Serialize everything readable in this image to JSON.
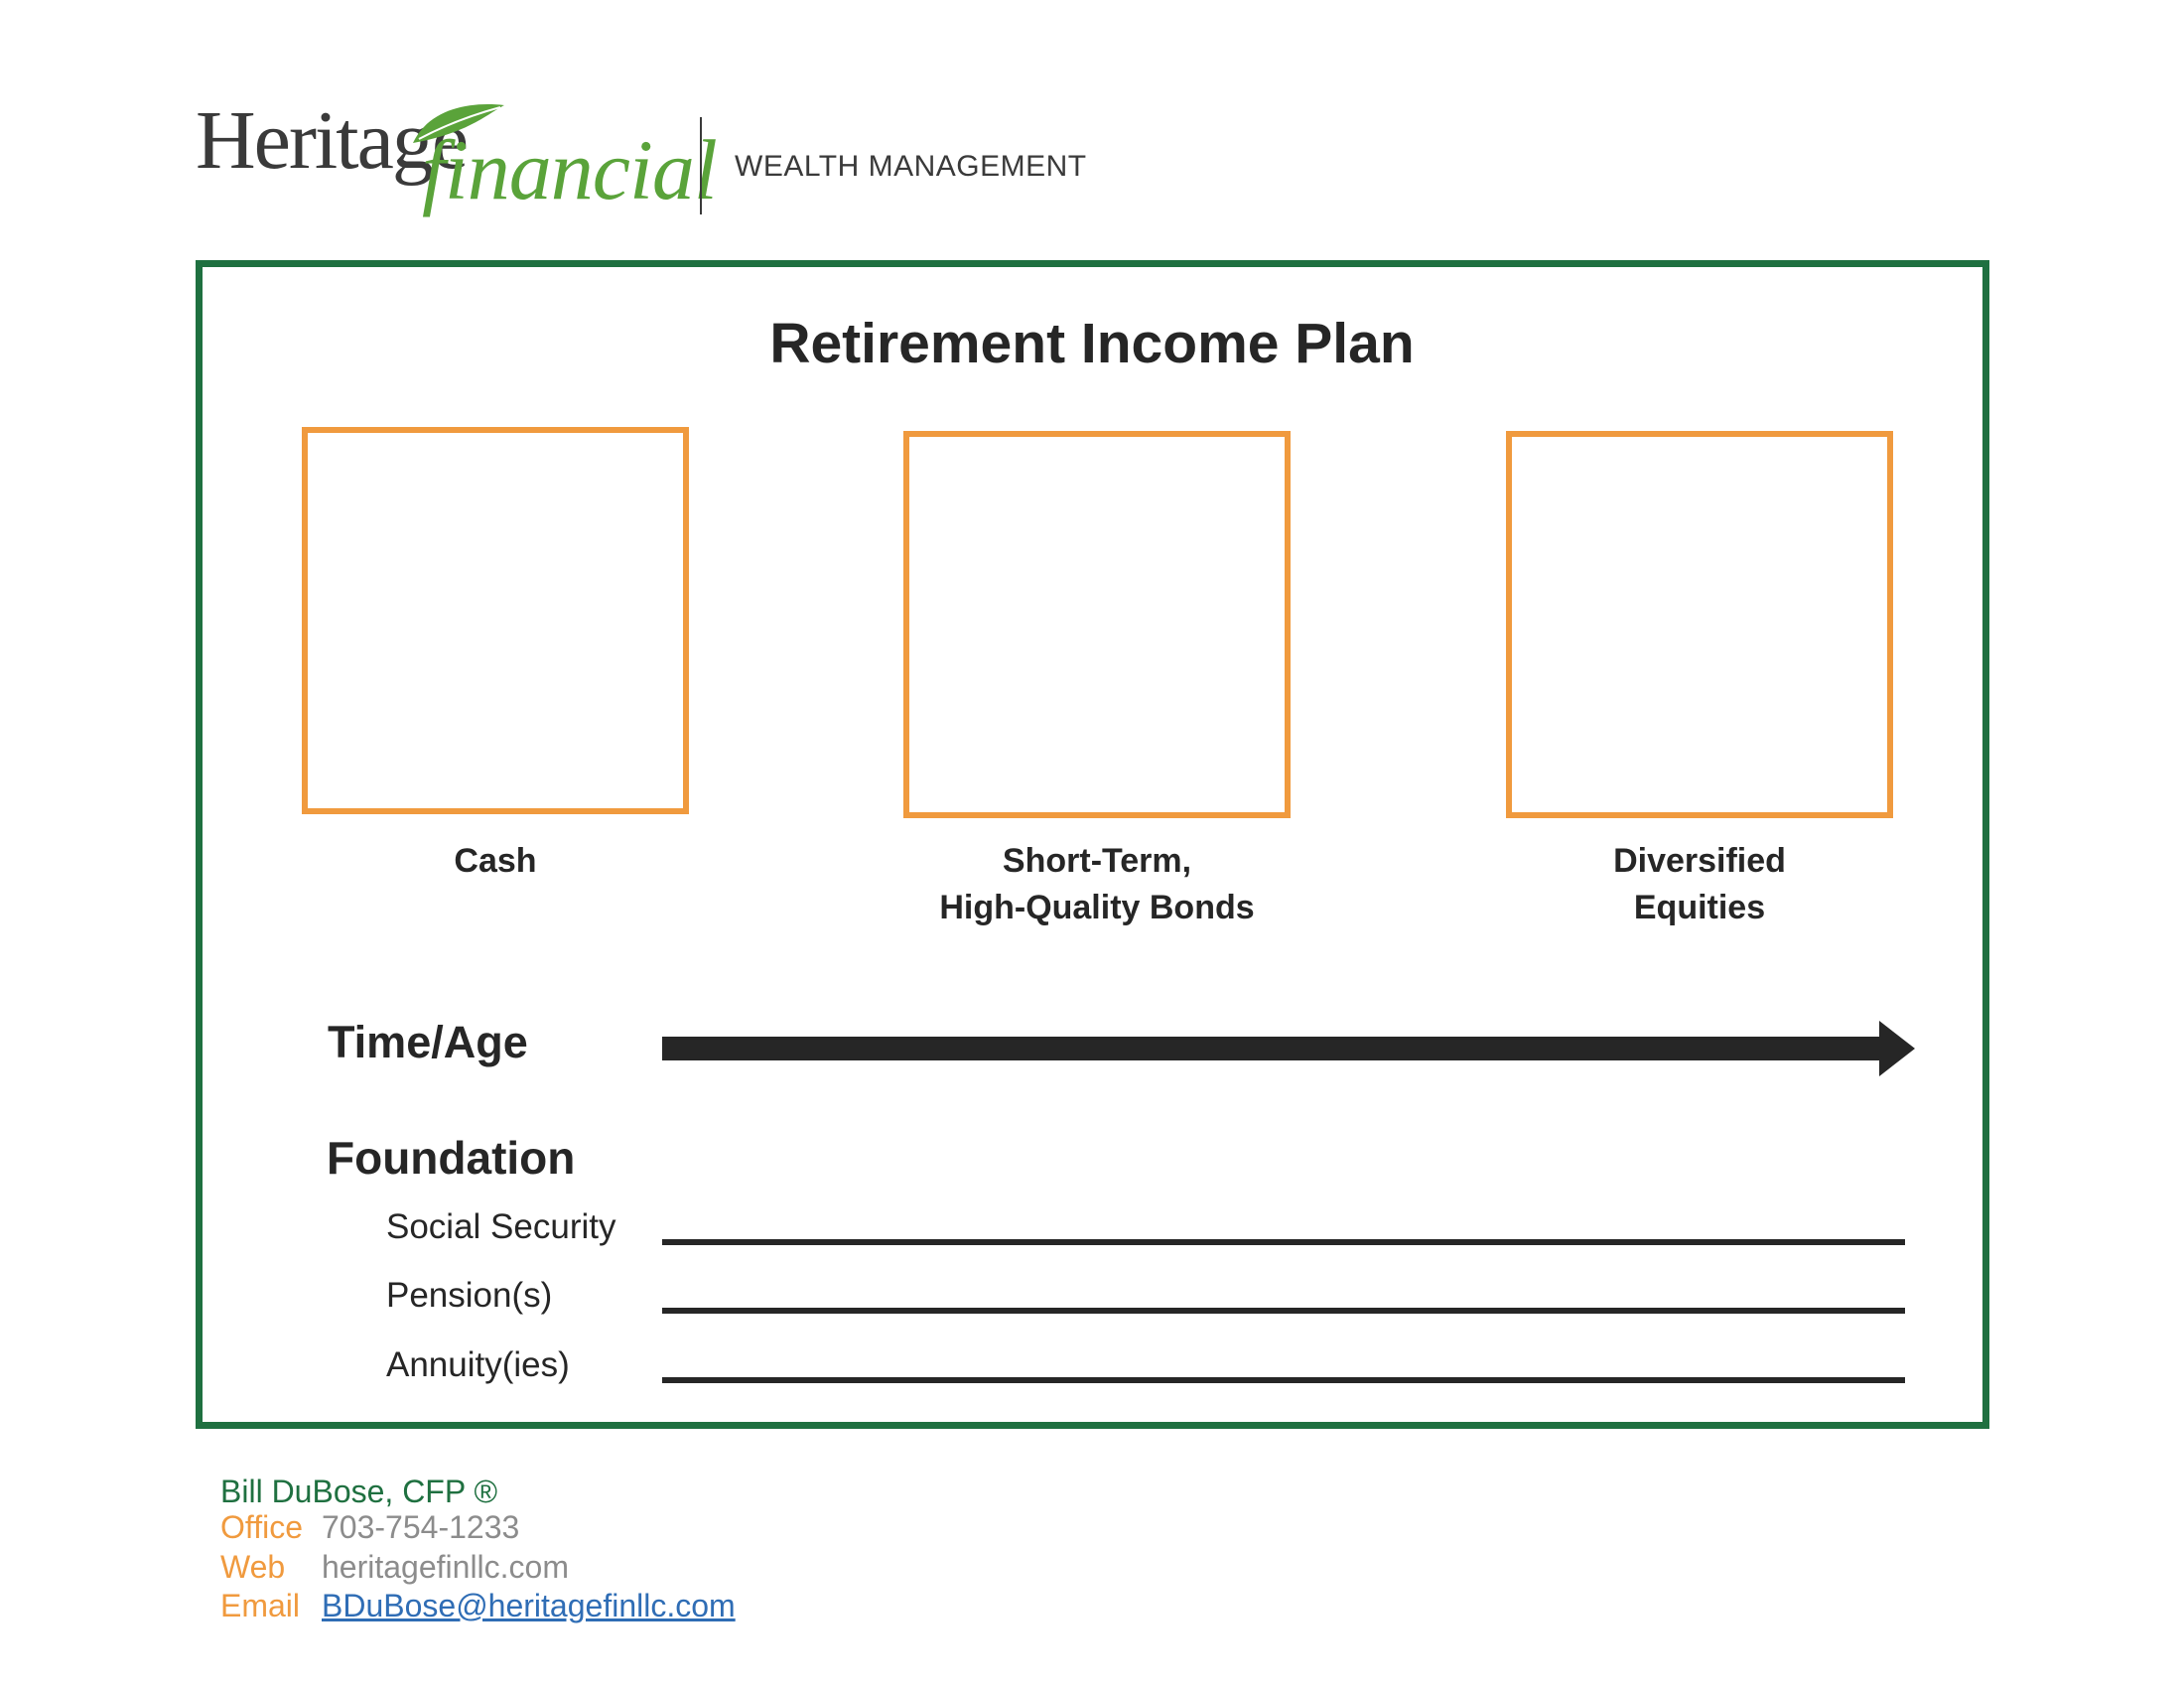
{
  "logo": {
    "word1": "Heritage",
    "word2": "financial",
    "tagline": "WEALTH MANAGEMENT",
    "leaf_color": "#5aa33a"
  },
  "plan": {
    "title": "Retirement Income Plan",
    "buckets": [
      {
        "label_line1": "Cash",
        "label_line2": ""
      },
      {
        "label_line1": "Short-Term,",
        "label_line2": "High-Quality Bonds"
      },
      {
        "label_line1": "Diversified",
        "label_line2": "Equities"
      }
    ],
    "timeline_label": "Time/Age",
    "foundation": {
      "heading": "Foundation",
      "items": [
        "Social Security",
        "Pension(s)",
        "Annuity(ies)"
      ]
    }
  },
  "contact": {
    "name": "Bill DuBose, CFP ®",
    "office_label": "Office",
    "office_value": "703-754-1233",
    "web_label": "Web",
    "web_value": "heritagefinllc.com",
    "email_label": "Email",
    "email_value": "BDuBose@heritagefinllc.com"
  },
  "colors": {
    "frame_green": "#1f7040",
    "bucket_orange": "#f09a3e",
    "link_blue": "#2f6db5"
  }
}
